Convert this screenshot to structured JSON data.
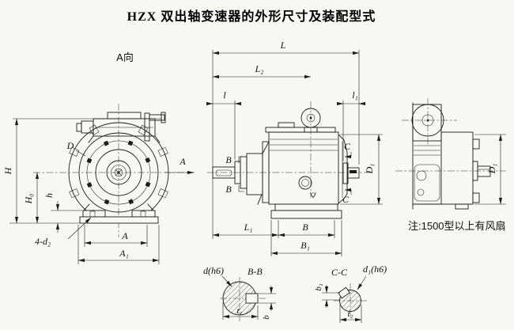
{
  "title": "HZX 双出轴变速器的外形尺寸及装配型式",
  "colors": {
    "ink": "#1c1c1c",
    "paper": "#f7f7f4"
  },
  "front": {
    "view_label": "A向",
    "D": "D",
    "A_arrow": "A",
    "H": "H",
    "H0": "H₀",
    "h": "h",
    "d2": "4-d₂",
    "A": "A",
    "A1": "A₁"
  },
  "side": {
    "L": "L",
    "L2": "L₂",
    "l": "l",
    "l1": "l₁",
    "B_mark": "B",
    "C_mark": "C",
    "D1": "D₁",
    "L1": "L₁",
    "B": "B",
    "B1": "B₁"
  },
  "end": {
    "D1": "D₁",
    "note": "注:1500型以上有风扇"
  },
  "bb": {
    "title": "B-B",
    "shaft": "d(h6)",
    "t1": "t₁",
    "b": "b"
  },
  "cc": {
    "title": "C-C",
    "shaft": "d₁(h6)",
    "b1": "b₁",
    "t2": "t₂"
  }
}
